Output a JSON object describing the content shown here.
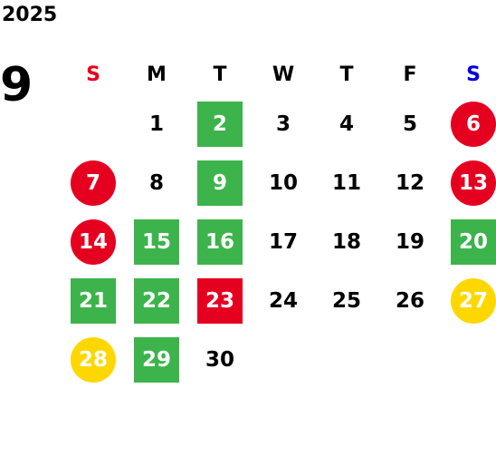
{
  "year": "2025",
  "month": "9",
  "colors": {
    "sunday": "#e8001c",
    "saturday": "#0000e0",
    "weekday": "#000000",
    "green": "#3cb44b",
    "red": "#e60020",
    "yellow": "#ffd700"
  },
  "weekdays": [
    {
      "label": "S",
      "kind": "sunday"
    },
    {
      "label": "M",
      "kind": "weekday"
    },
    {
      "label": "T",
      "kind": "weekday"
    },
    {
      "label": "W",
      "kind": "weekday"
    },
    {
      "label": "T",
      "kind": "weekday"
    },
    {
      "label": "F",
      "kind": "weekday"
    },
    {
      "label": "S",
      "kind": "saturday"
    }
  ],
  "weeks": [
    [
      null,
      {
        "d": "1"
      },
      {
        "d": "2",
        "mark": "green",
        "shape": "square"
      },
      {
        "d": "3"
      },
      {
        "d": "4"
      },
      {
        "d": "5"
      },
      {
        "d": "6",
        "mark": "red",
        "shape": "circle"
      }
    ],
    [
      {
        "d": "7",
        "mark": "red",
        "shape": "circle"
      },
      {
        "d": "8"
      },
      {
        "d": "9",
        "mark": "green",
        "shape": "square"
      },
      {
        "d": "10"
      },
      {
        "d": "11"
      },
      {
        "d": "12"
      },
      {
        "d": "13",
        "mark": "red",
        "shape": "circle"
      }
    ],
    [
      {
        "d": "14",
        "mark": "red",
        "shape": "circle"
      },
      {
        "d": "15",
        "mark": "green",
        "shape": "square"
      },
      {
        "d": "16",
        "mark": "green",
        "shape": "square"
      },
      {
        "d": "17"
      },
      {
        "d": "18"
      },
      {
        "d": "19"
      },
      {
        "d": "20",
        "mark": "green",
        "shape": "square"
      }
    ],
    [
      {
        "d": "21",
        "mark": "green",
        "shape": "square"
      },
      {
        "d": "22",
        "mark": "green",
        "shape": "square"
      },
      {
        "d": "23",
        "mark": "red",
        "shape": "square"
      },
      {
        "d": "24"
      },
      {
        "d": "25"
      },
      {
        "d": "26"
      },
      {
        "d": "27",
        "mark": "yellow",
        "shape": "circle"
      }
    ],
    [
      {
        "d": "28",
        "mark": "yellow",
        "shape": "circle"
      },
      {
        "d": "29",
        "mark": "green",
        "shape": "square"
      },
      {
        "d": "30"
      },
      null,
      null,
      null,
      null
    ]
  ]
}
